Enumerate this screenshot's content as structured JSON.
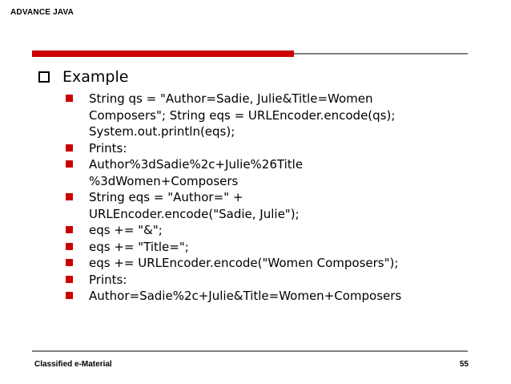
{
  "header": {
    "title": "ADVANCE JAVA"
  },
  "colors": {
    "accent_red": "#cc0000",
    "rule_gray": "#808080"
  },
  "content": {
    "heading": "Example",
    "items": [
      {
        "lines": [
          "String qs = \"Author=Sadie, Julie&Title=Women",
          "Composers\"; String eqs = URLEncoder.encode(qs);",
          "System.out.println(eqs);"
        ]
      },
      {
        "lines": [
          "Prints:"
        ]
      },
      {
        "lines": [
          "Author%3dSadie%2c+Julie%26Title",
          "%3dWomen+Composers"
        ]
      },
      {
        "lines": [
          "String eqs = \"Author=\" +",
          "URLEncoder.encode(\"Sadie, Julie\");"
        ]
      },
      {
        "lines": [
          "eqs += \"&\";"
        ]
      },
      {
        "lines": [
          "eqs += \"Title=\";"
        ]
      },
      {
        "lines": [
          "eqs += URLEncoder.encode(\"Women Composers\");"
        ]
      },
      {
        "lines": [
          "Prints:"
        ]
      },
      {
        "lines": [
          "Author=Sadie%2c+Julie&Title=Women+Composers"
        ]
      }
    ]
  },
  "footer": {
    "left": "Classified e-Material",
    "page_number": "55"
  }
}
